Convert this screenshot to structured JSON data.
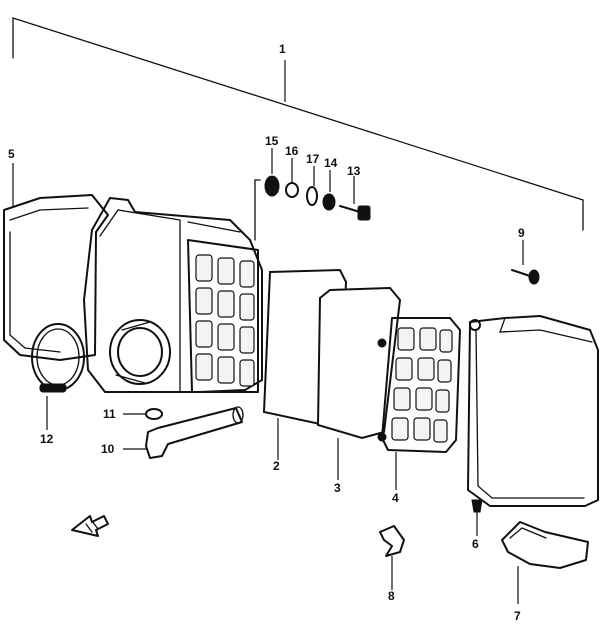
{
  "diagram": {
    "callouts": [
      {
        "id": "c1",
        "label": "1"
      },
      {
        "id": "c2",
        "label": "2"
      },
      {
        "id": "c3",
        "label": "3"
      },
      {
        "id": "c4",
        "label": "4"
      },
      {
        "id": "c5",
        "label": "5"
      },
      {
        "id": "c6",
        "label": "6"
      },
      {
        "id": "c7",
        "label": "7"
      },
      {
        "id": "c8",
        "label": "8"
      },
      {
        "id": "c9",
        "label": "9"
      },
      {
        "id": "c10",
        "label": "10"
      },
      {
        "id": "c11",
        "label": "11"
      },
      {
        "id": "c12",
        "label": "12"
      },
      {
        "id": "c13",
        "label": "13"
      },
      {
        "id": "c14",
        "label": "14"
      },
      {
        "id": "c15",
        "label": "15"
      },
      {
        "id": "c16",
        "label": "16"
      },
      {
        "id": "c17",
        "label": "17"
      }
    ],
    "colors": {
      "ink": "#111111",
      "paper": "#ffffff"
    },
    "icons": [
      "front-arrow-icon"
    ]
  }
}
